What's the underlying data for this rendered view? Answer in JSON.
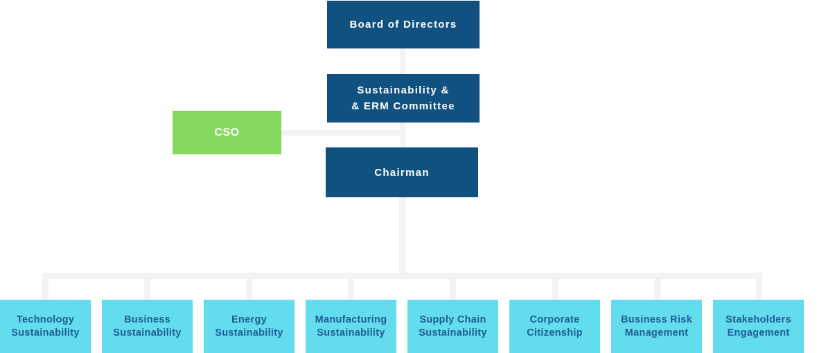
{
  "diagram": {
    "type": "org-chart",
    "colors": {
      "dark_blue": "#11517f",
      "green": "#86d95f",
      "light_blue": "#63dcee",
      "dept_text": "#1e5e92",
      "connector_gray": "#f3f3f3",
      "white_text": "#ffffff"
    },
    "nodes": {
      "board": {
        "label": "Board of Directors"
      },
      "committee": {
        "line1": "Sustainability &",
        "line2": "& ERM Committee"
      },
      "cso": {
        "label": "CSO"
      },
      "chairman": {
        "label": "Chairman"
      },
      "departments": [
        {
          "line1": "Technology",
          "line2": "Sustainability"
        },
        {
          "line1": "Business",
          "line2": "Sustainability"
        },
        {
          "line1": "Energy",
          "line2": "Sustainability"
        },
        {
          "line1": "Manufacturing",
          "line2": "Sustainability"
        },
        {
          "line1": "Supply Chain",
          "line2": "Sustainability"
        },
        {
          "line1": "Corporate",
          "line2": "Citizenship"
        },
        {
          "line1": "Business Risk",
          "line2": "Management"
        },
        {
          "line1": "Stakeholders",
          "line2": "Engagement"
        }
      ]
    }
  }
}
